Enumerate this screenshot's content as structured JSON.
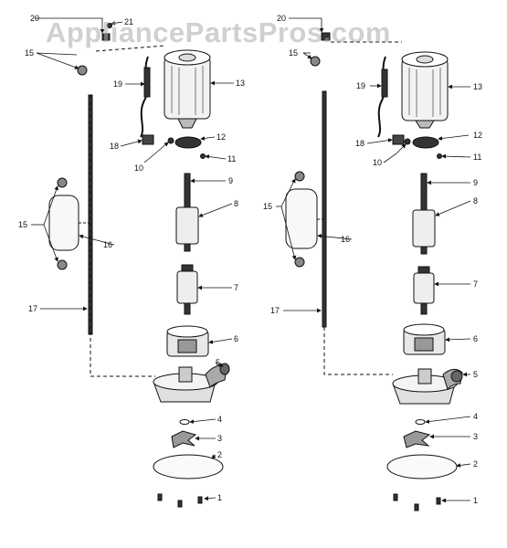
{
  "watermark": "AppliancePartsPros.com",
  "left_pump": {
    "labels": {
      "l1": "1",
      "l2": "2",
      "l3": "3",
      "l4": "4",
      "l5": "5",
      "l6": "6",
      "l7": "7",
      "l8": "8",
      "l9": "9",
      "l10": "10",
      "l11": "11",
      "l12": "12",
      "l13": "13",
      "l15a": "15",
      "l15b": "15",
      "l16": "16",
      "l17": "17",
      "l18": "18",
      "l19": "19",
      "l20": "20",
      "l21": "21"
    }
  },
  "right_pump": {
    "labels": {
      "l1": "1",
      "l2": "2",
      "l3": "3",
      "l4": "4",
      "l5": "5",
      "l6": "6",
      "l7": "7",
      "l8": "8",
      "l9": "9",
      "l10": "10",
      "l11": "11",
      "l12": "12",
      "l13": "13",
      "l15a": "15",
      "l15b": "15",
      "l16": "16",
      "l17": "17",
      "l18": "18",
      "l19": "19",
      "l20": "20"
    }
  },
  "colors": {
    "ink": "#111111",
    "watermark": "#aaaaaa",
    "background": "#ffffff"
  }
}
